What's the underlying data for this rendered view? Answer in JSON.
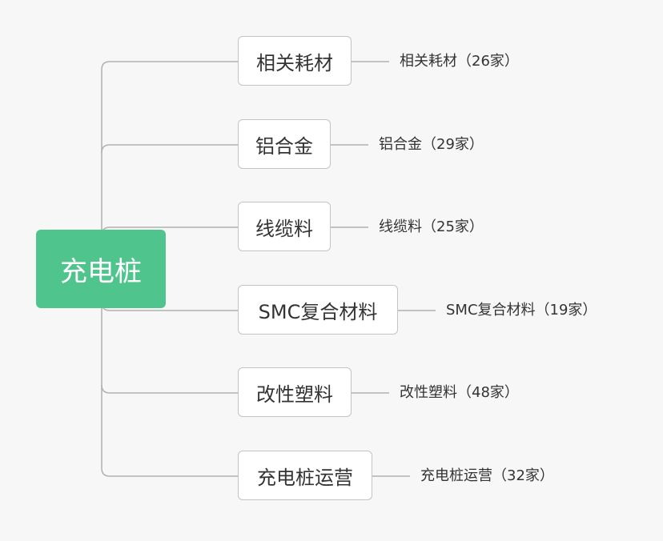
{
  "root": {
    "label": "充电桩",
    "color": "#50c48d"
  },
  "branches": [
    {
      "label": "相关耗材",
      "detail": "相关耗材（26家）"
    },
    {
      "label": "铝合金",
      "detail": "铝合金（29家）"
    },
    {
      "label": "线缆料",
      "detail": "线缆料（25家）"
    },
    {
      "label": "SMC复合材料",
      "detail": "SMC复合材料（19家）"
    },
    {
      "label": "改性塑料",
      "detail": "改性塑料（48家）"
    },
    {
      "label": "充电桩运营",
      "detail": "充电桩运营（32家）"
    }
  ]
}
